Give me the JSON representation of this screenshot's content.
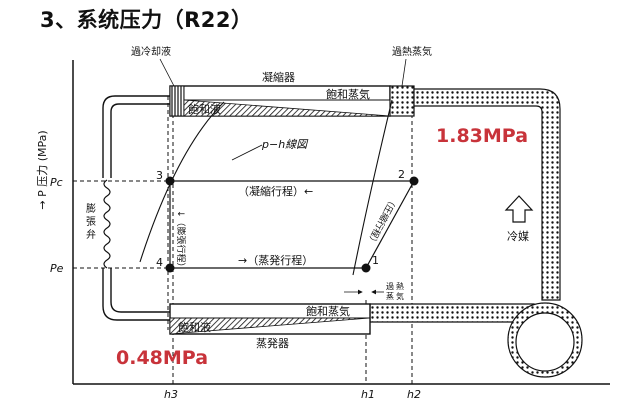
{
  "page_title": "3、系统压力（R22）",
  "colors": {
    "pressure_high": "#c8333a",
    "pressure_low": "#c8333a",
    "line": "#111111",
    "pipe_fill": "#ffffff"
  },
  "axis": {
    "y_label": "→ P 压力 (MPa)",
    "pc": "Pc",
    "pe": "Pe",
    "h3": "h3",
    "h1": "h1",
    "h2": "h2"
  },
  "labels": {
    "subcooled": "過冷却液",
    "superheated_top": "過熱蒸気",
    "condenser": "凝縮器",
    "sat_vapor_top": "飽和蒸気",
    "sat_liquid_top": "飽和液",
    "ph_diagram": "p−h線図",
    "condensing_process": "（凝縮行程）←",
    "evaporating_process": "→（蒸発行程）",
    "expansion_process": "↓（膨張行程）",
    "compression_process": "（圧縮行程）",
    "expansion_valve": "膨張弁",
    "refrigerant": "冷媒",
    "sat_vapor_bottom": "飽和蒸気",
    "sat_liquid_bottom": "飽和液",
    "evaporator": "蒸発器",
    "superheated_bottom": "過熱蒸気",
    "high_pressure": "1.83MPa",
    "low_pressure": "0.48MPa",
    "pt1": "1",
    "pt2": "2",
    "pt3": "3",
    "pt4": "4"
  }
}
